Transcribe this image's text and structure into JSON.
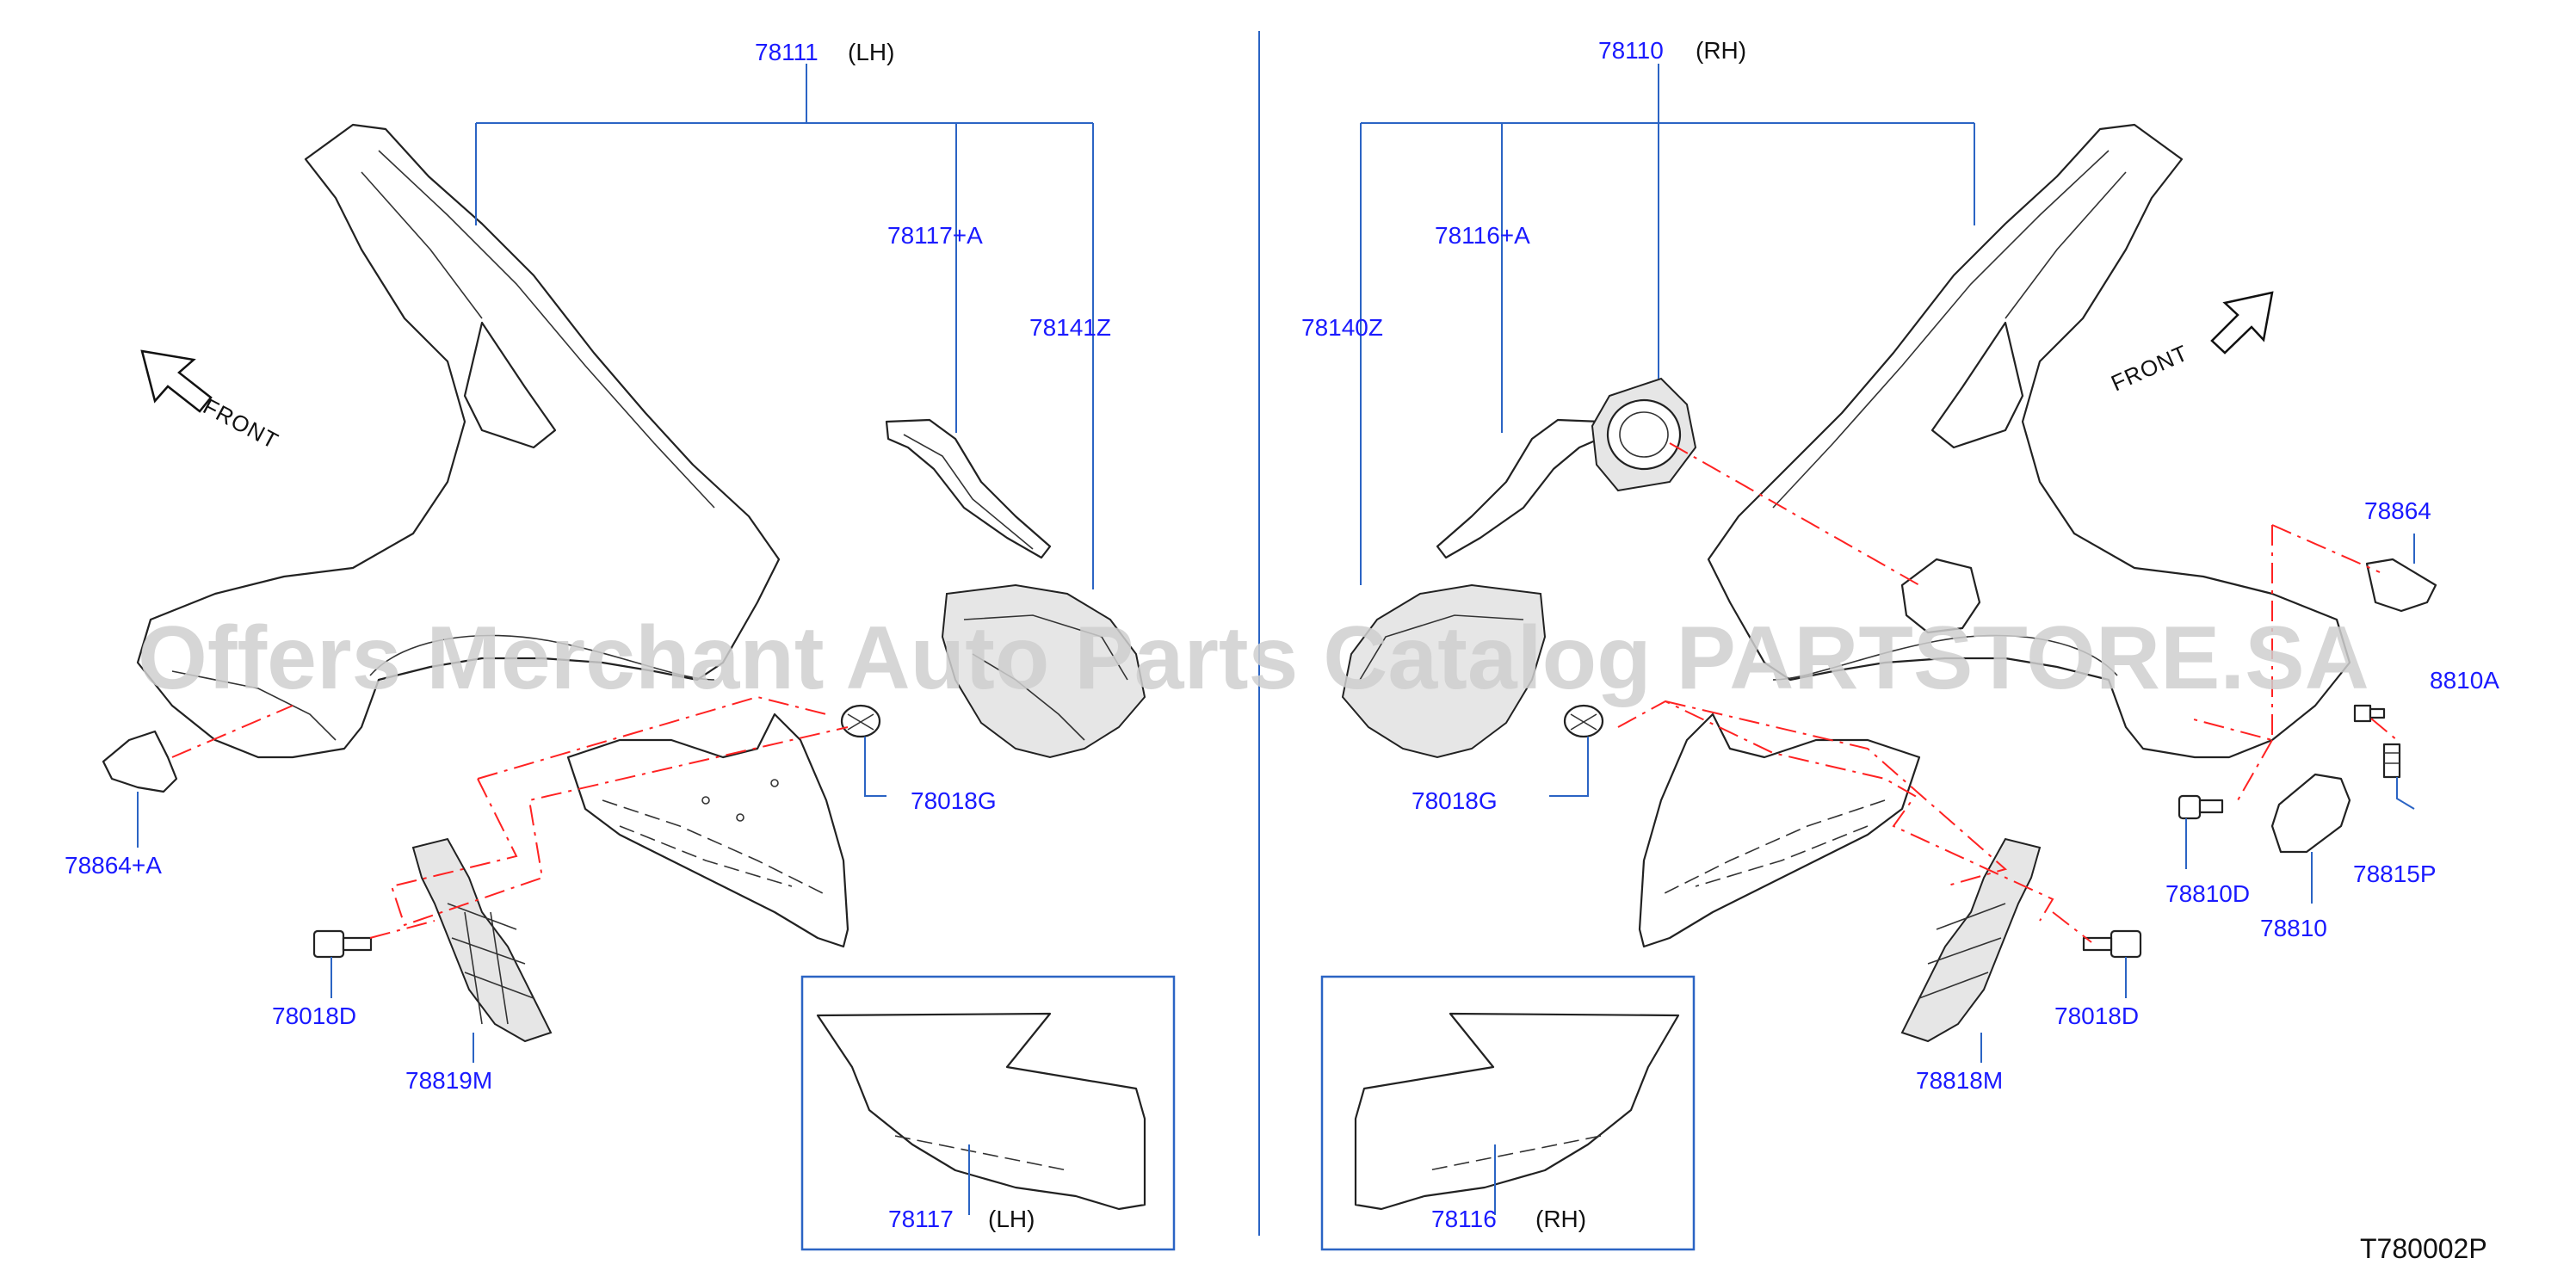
{
  "diagram": {
    "code": "T780002P",
    "watermark": "Offers Merchant Auto Parts Catalog PARTSTORE.SA",
    "front_label": "FRONT",
    "left": {
      "main_part": {
        "number": "78111",
        "side": "(LH)"
      },
      "inset_part": {
        "number": "78117",
        "side": "(LH)"
      },
      "labels": [
        "78117+A",
        "78141Z",
        "78864+A",
        "78018G",
        "78018D",
        "78819M"
      ]
    },
    "right": {
      "main_part": {
        "number": "78110",
        "side": "(RH)"
      },
      "inset_part": {
        "number": "78116",
        "side": "(RH)"
      },
      "labels": [
        "78116+A",
        "78140Z",
        "78864",
        "8810A",
        "78018G",
        "78810D",
        "78810",
        "78815P",
        "78018D",
        "78818M"
      ]
    },
    "colors": {
      "label": "#1a1aff",
      "leader": "#2b64c4",
      "dashed": "#ff2222"
    }
  }
}
